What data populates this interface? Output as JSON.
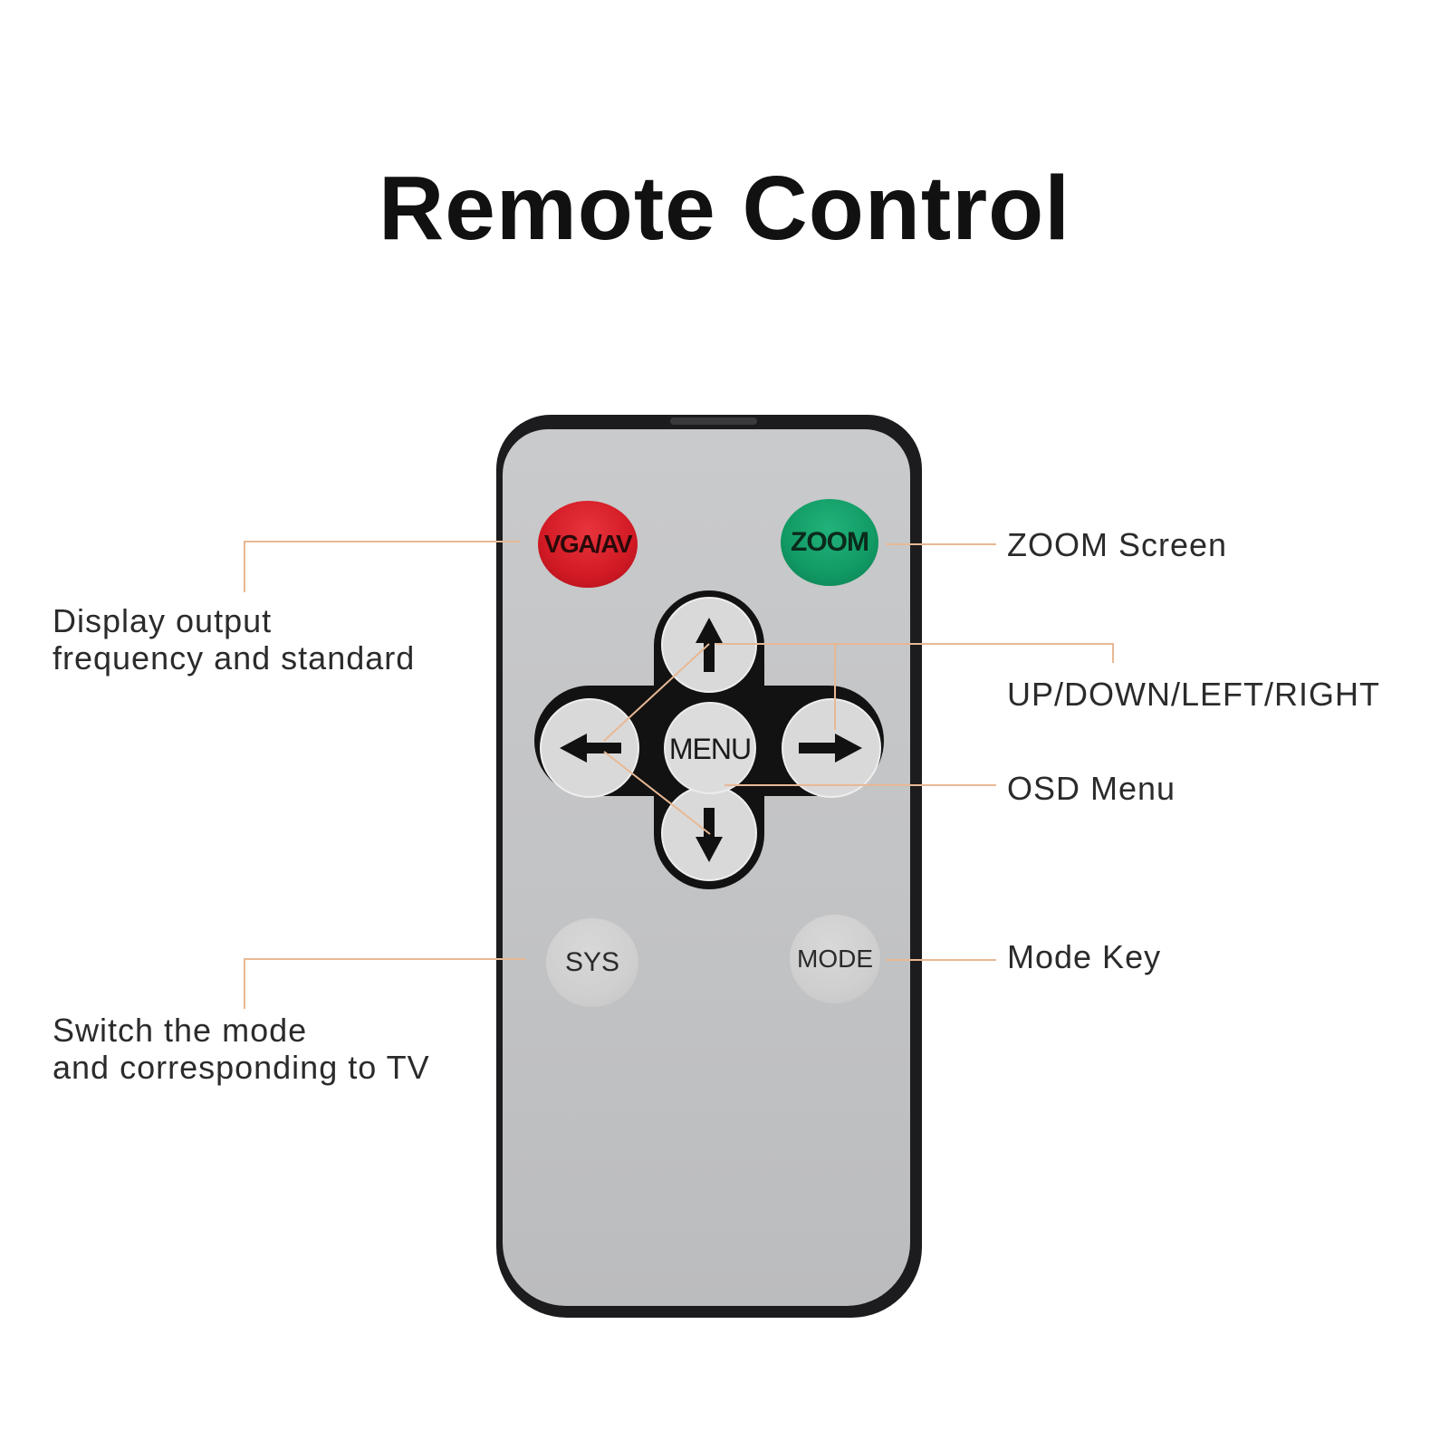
{
  "title": "Remote Control",
  "colors": {
    "leader_line": "#e8b894",
    "red_button": "#d21a25",
    "green_button": "#119a64",
    "remote_face": "#c6c7c9",
    "remote_frame": "#1c1c1e"
  },
  "buttons": {
    "vga_av": "VGA/AV",
    "zoom": "ZOOM",
    "menu": "MENU",
    "sys": "SYS",
    "mode": "MODE"
  },
  "dpad_icons": [
    "arrow-up-icon",
    "arrow-down-icon",
    "arrow-left-icon",
    "arrow-right-icon"
  ],
  "labels": {
    "display_output_line1": "Display output",
    "display_output_line2": "frequency and standard",
    "zoom_screen": "ZOOM Screen",
    "directions": "UP/DOWN/LEFT/RIGHT",
    "osd_menu": "OSD Menu",
    "mode_key": "Mode Key",
    "switch_mode_line1": "Switch the mode",
    "switch_mode_line2": "and corresponding to TV"
  }
}
